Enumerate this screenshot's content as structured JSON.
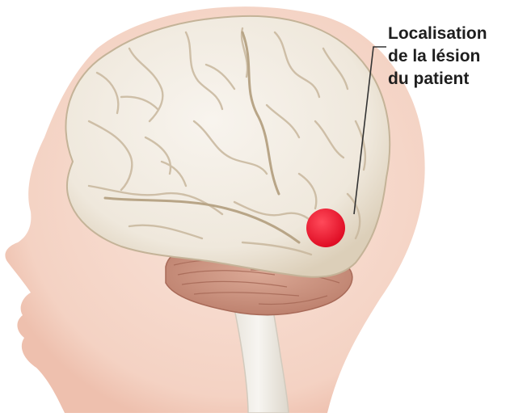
{
  "annotation": {
    "lines": [
      "Localisation",
      "de la lésion",
      "du patient"
    ]
  },
  "colors": {
    "skin": "#f6d8cc",
    "skin_shadow": "#eebcaa",
    "brain": "#f1ebe1",
    "brain_fold": "#cfc0a8",
    "cerebellum": "#c9917d",
    "brainstem": "#f2efe9",
    "lesion": "#e8102a",
    "leader_line": "#333333"
  },
  "icons": [
    "brain-illustration",
    "lesion-marker"
  ]
}
